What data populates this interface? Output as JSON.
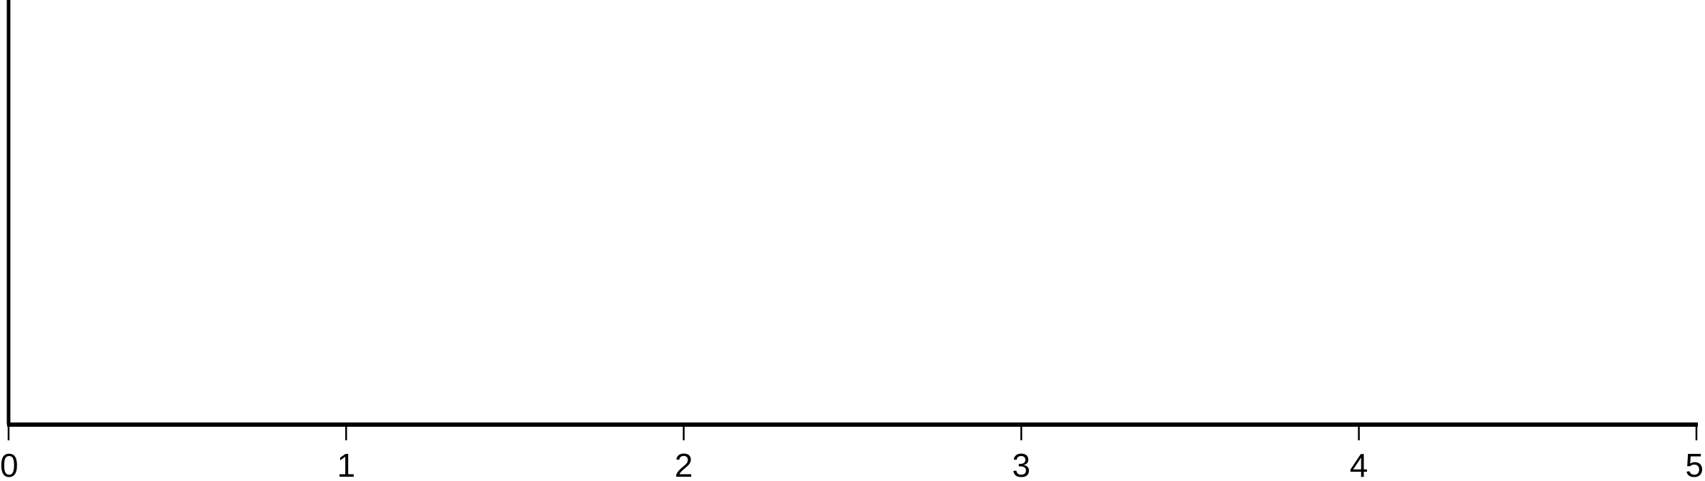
{
  "chart_data": {
    "type": "scatter",
    "title": "",
    "xlabel": "",
    "ylabel": "",
    "xlim": [
      0,
      5
    ],
    "x_ticks": [
      "0",
      "1",
      "2",
      "3",
      "4",
      "5"
    ],
    "y_ticks": [],
    "grid": false,
    "series": []
  },
  "colors": {
    "axis": "#000000",
    "background": "#ffffff"
  }
}
